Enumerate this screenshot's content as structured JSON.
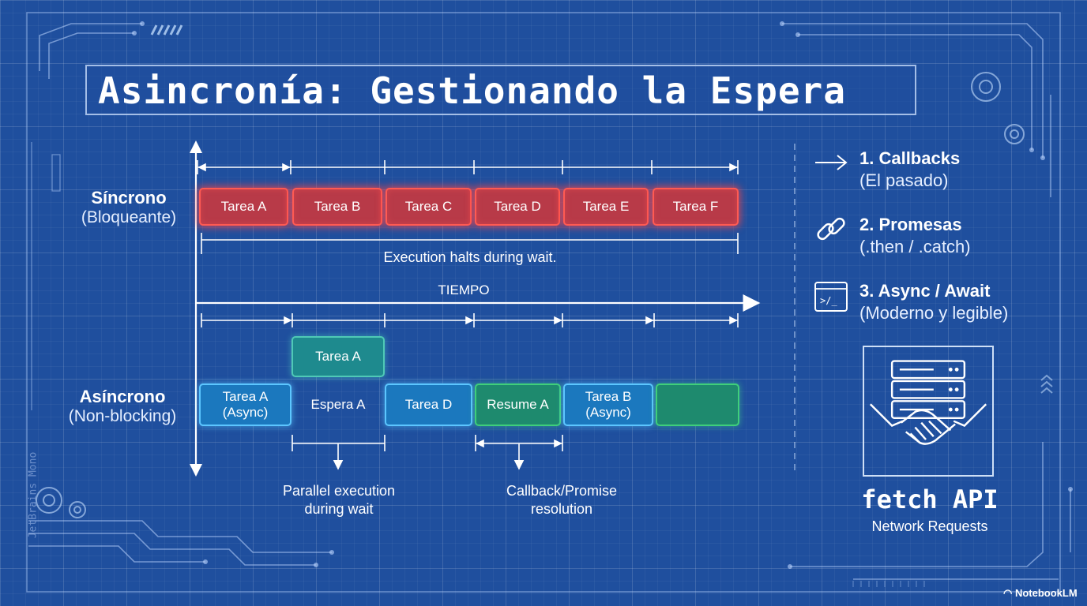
{
  "title": "Asincronía: Gestionando la Espera",
  "sync_row": {
    "label_line1": "Síncrono",
    "label_line2": "(Bloqueante)",
    "tasks": [
      "Tarea A",
      "Tarea B",
      "Tarea C",
      "Tarea D",
      "Tarea E",
      "Tarea F"
    ],
    "caption": "Execution halts during wait."
  },
  "time_axis": {
    "label": "TIEMPO"
  },
  "async_row": {
    "label_line1": "Asíncrono",
    "label_line2": "(Non-blocking)",
    "top_task": "Tarea A",
    "tasks": [
      {
        "label": "Tarea A\n(Async)",
        "kind": "blue"
      },
      {
        "label": "Espera A",
        "kind": "plain"
      },
      {
        "label": "Tarea D",
        "kind": "blue"
      },
      {
        "label": "Resume A",
        "kind": "green"
      },
      {
        "label": "Tarea B\n(Async)",
        "kind": "blue"
      },
      {
        "label": "",
        "kind": "green"
      }
    ],
    "caption_left_line1": "Parallel execution",
    "caption_left_line2": "during wait",
    "caption_right_line1": "Callback/Promise",
    "caption_right_line2": "resolution"
  },
  "sidebar": {
    "items": [
      {
        "icon": "arrow-right-icon",
        "title": "1. Callbacks",
        "subtitle": "(El pasado)"
      },
      {
        "icon": "chain-link-icon",
        "title": "2. Promesas",
        "subtitle": "(.then / .catch)"
      },
      {
        "icon": "terminal-window-icon",
        "title": "3. Async / Await",
        "subtitle": "(Moderno y legible)"
      }
    ]
  },
  "fetch": {
    "icon": "server-handshake-icon",
    "title": "fetch API",
    "subtitle": "Network Requests"
  },
  "watermark": "JetBrains Mono",
  "brand": "NotebookLM",
  "colors": {
    "background": "#1f4f9e",
    "sync_task": "#ff5a52",
    "async_task": "#5cc6ff",
    "resume": "#3fcf7a",
    "waiting": "#4fc9b6"
  }
}
